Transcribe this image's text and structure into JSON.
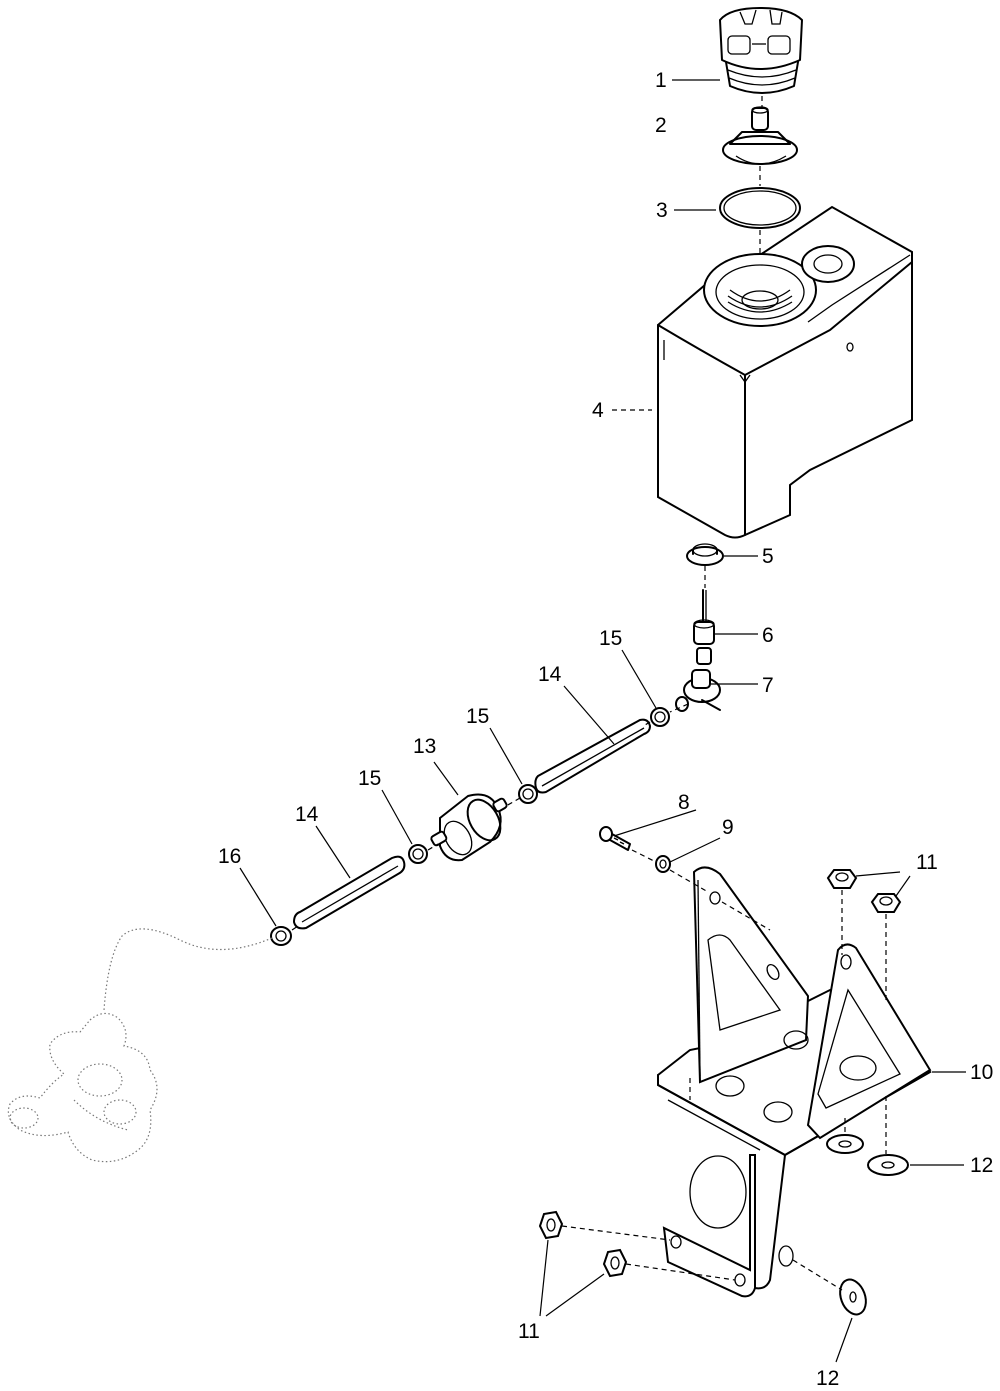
{
  "callouts": [
    {
      "id": "c1",
      "text": "1"
    },
    {
      "id": "c2",
      "text": "2"
    },
    {
      "id": "c3",
      "text": "3"
    },
    {
      "id": "c4",
      "text": "4"
    },
    {
      "id": "c5",
      "text": "5"
    },
    {
      "id": "c6",
      "text": "6"
    },
    {
      "id": "c7",
      "text": "7"
    },
    {
      "id": "c8",
      "text": "8"
    },
    {
      "id": "c9",
      "text": "9"
    },
    {
      "id": "c10",
      "text": "10"
    },
    {
      "id": "c11a",
      "text": "11"
    },
    {
      "id": "c11b",
      "text": "11"
    },
    {
      "id": "c12a",
      "text": "12"
    },
    {
      "id": "c12b",
      "text": "12"
    },
    {
      "id": "c13",
      "text": "13"
    },
    {
      "id": "c14a",
      "text": "14"
    },
    {
      "id": "c14b",
      "text": "14"
    },
    {
      "id": "c15a",
      "text": "15"
    },
    {
      "id": "c15b",
      "text": "15"
    },
    {
      "id": "c15c",
      "text": "15"
    },
    {
      "id": "c16",
      "text": "16"
    }
  ]
}
